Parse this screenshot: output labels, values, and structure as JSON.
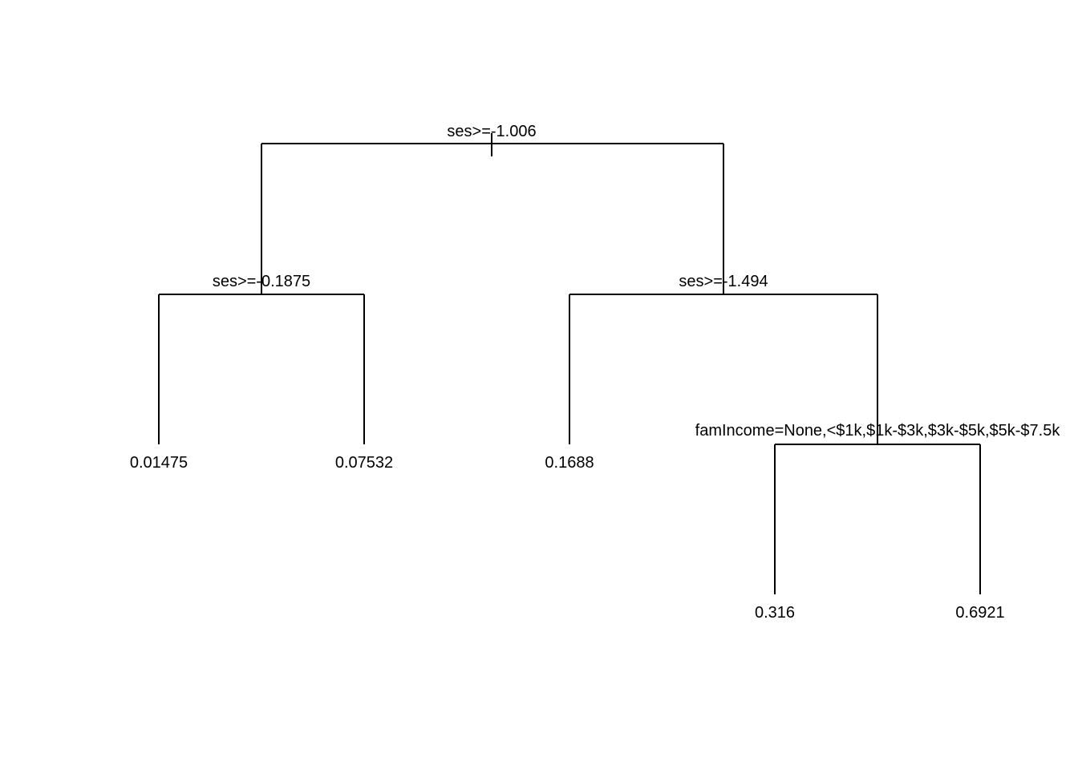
{
  "tree": {
    "split_root": "ses>=-1.006",
    "split_left": "ses>=-0.1875",
    "split_right": "ses>=-1.494",
    "split_right_right": "famIncome=None,<$1k,$1k-$3k,$3k-$5k,$5k-$7.5k",
    "leaf_1": "0.01475",
    "leaf_2": "0.07532",
    "leaf_3": "0.1688",
    "leaf_4": "0.316",
    "leaf_5": "0.6921"
  }
}
